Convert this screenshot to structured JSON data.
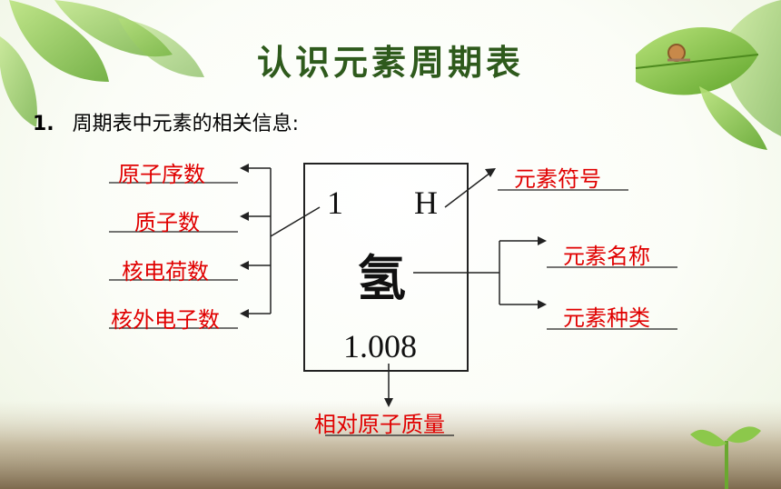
{
  "slide": {
    "title": "认识元素周期表",
    "section_number": "1.",
    "section_text": "周期表中元素的相关信息:"
  },
  "element_card": {
    "atomic_number": "1",
    "symbol": "H",
    "name": "氢",
    "atomic_mass": "1.008"
  },
  "left_labels": [
    "原子序数",
    "质子数",
    "核电荷数",
    "核外电子数"
  ],
  "right_labels": {
    "symbol": "元素符号",
    "name": "元素名称",
    "category": "元素种类"
  },
  "bottom_label": "相对原子质量",
  "colors": {
    "label_red": "#e00000",
    "title_green": "#2e5a1c",
    "leaf_green": "#7cbf3a"
  }
}
